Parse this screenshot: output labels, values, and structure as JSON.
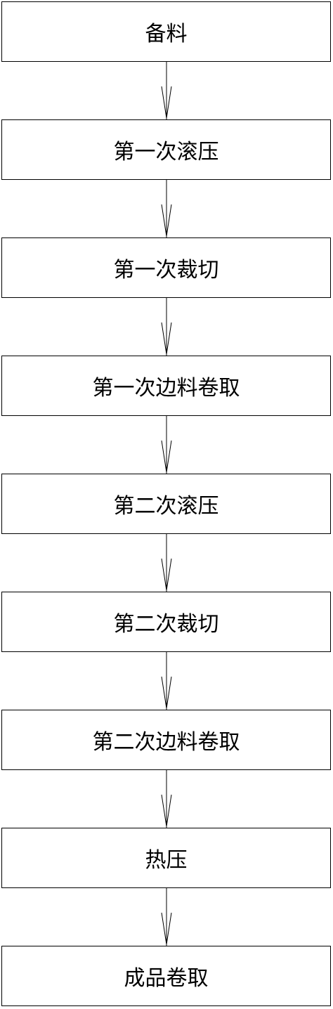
{
  "flowchart": {
    "steps": [
      {
        "label": "备料"
      },
      {
        "label": "第一次滚压"
      },
      {
        "label": "第一次裁切"
      },
      {
        "label": "第一次边料卷取"
      },
      {
        "label": "第二次滚压"
      },
      {
        "label": "第二次裁切"
      },
      {
        "label": "第二次边料卷取"
      },
      {
        "label": "热压"
      },
      {
        "label": "成品卷取"
      }
    ],
    "colors": {
      "line": "#000000",
      "background": "#ffffff"
    }
  }
}
